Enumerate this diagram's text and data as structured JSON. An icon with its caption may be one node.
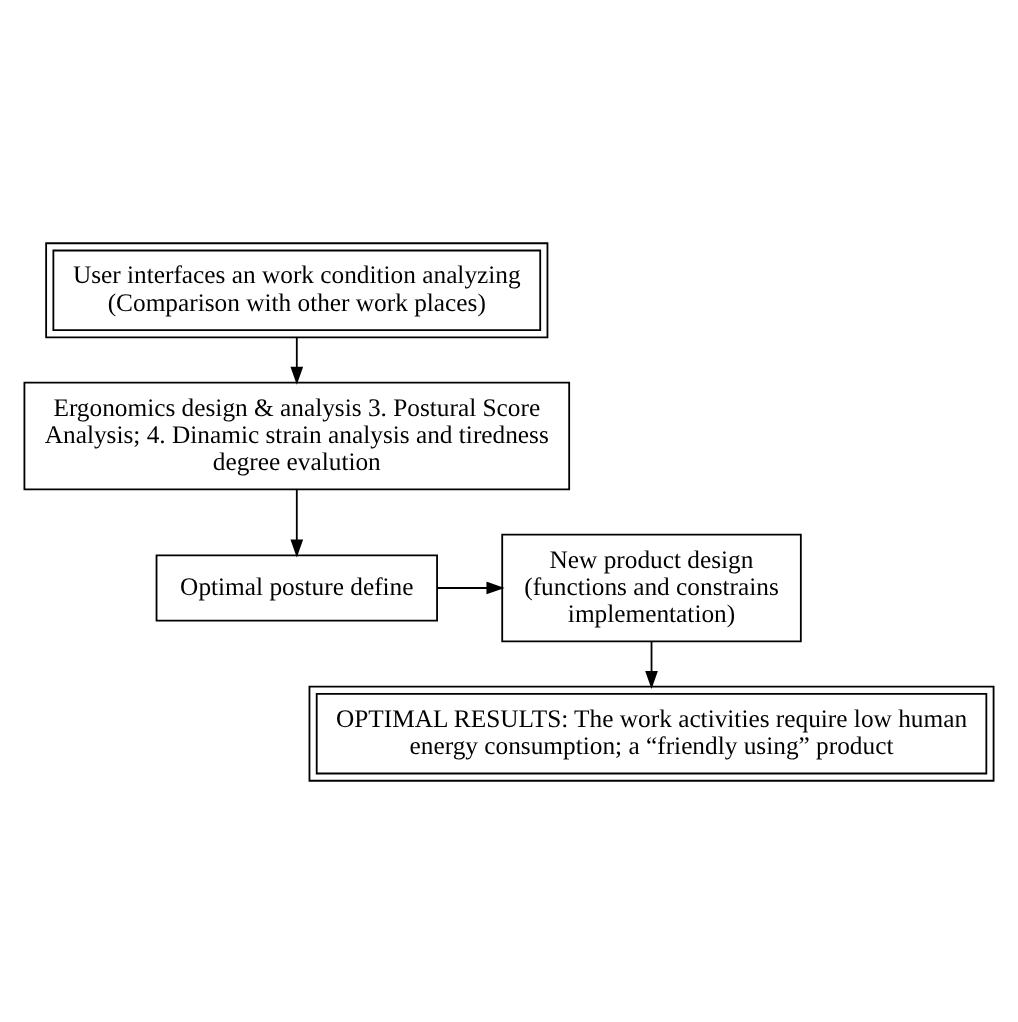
{
  "diagram": {
    "nodes": [
      {
        "text": [
          "User interfaces an work condition analyzing (Comparison with other work places)"
        ]
      },
      {
        "text": [
          "Ergonomics design & analysis 3. Postural Score Analysis; 4. Dinamic strain analysis and tiredness degree evalution"
        ]
      },
      {
        "text": [
          "Optimal posture define"
        ]
      },
      {
        "text": [
          "New product design (functions and constrains implementation)"
        ]
      },
      {
        "text": [
          "OPTIMAL RESULTS: The work activities require low human energy consumption; a “friendly using” product"
        ]
      }
    ],
    "edges": [
      {
        "from": 0,
        "to": 1,
        "arrow": "to"
      },
      {
        "from": 1,
        "to": 2,
        "arrow": "to"
      },
      {
        "from": 2,
        "to": 3,
        "arrow": "to"
      },
      {
        "from": 3,
        "to": 4,
        "arrow": "to"
      }
    ]
  }
}
